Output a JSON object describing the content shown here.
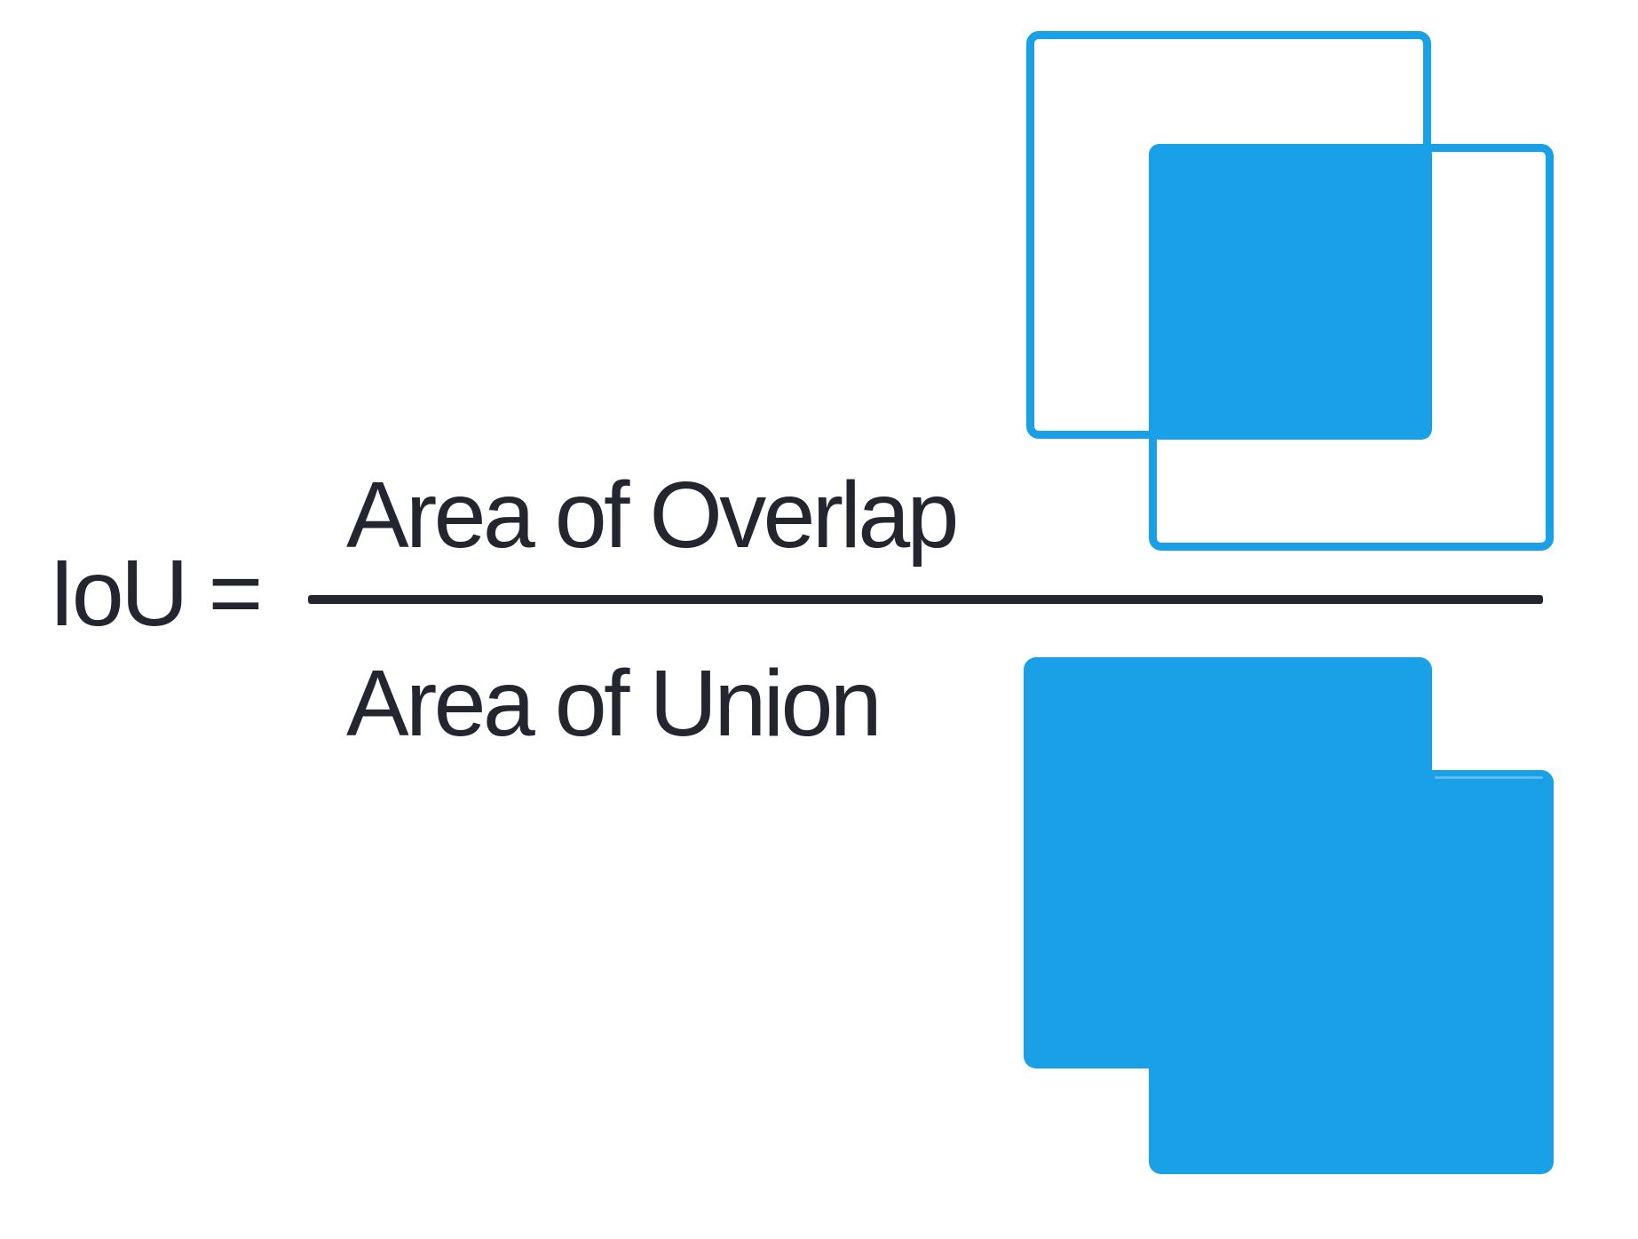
{
  "formula": {
    "lhs": "IoU =",
    "numerator": "Area of Overlap",
    "denominator": "Area of Union"
  },
  "colors": {
    "box_blue": "#1AA0E6",
    "formula_dark": "#23262F",
    "background": "#FFFFFF"
  }
}
